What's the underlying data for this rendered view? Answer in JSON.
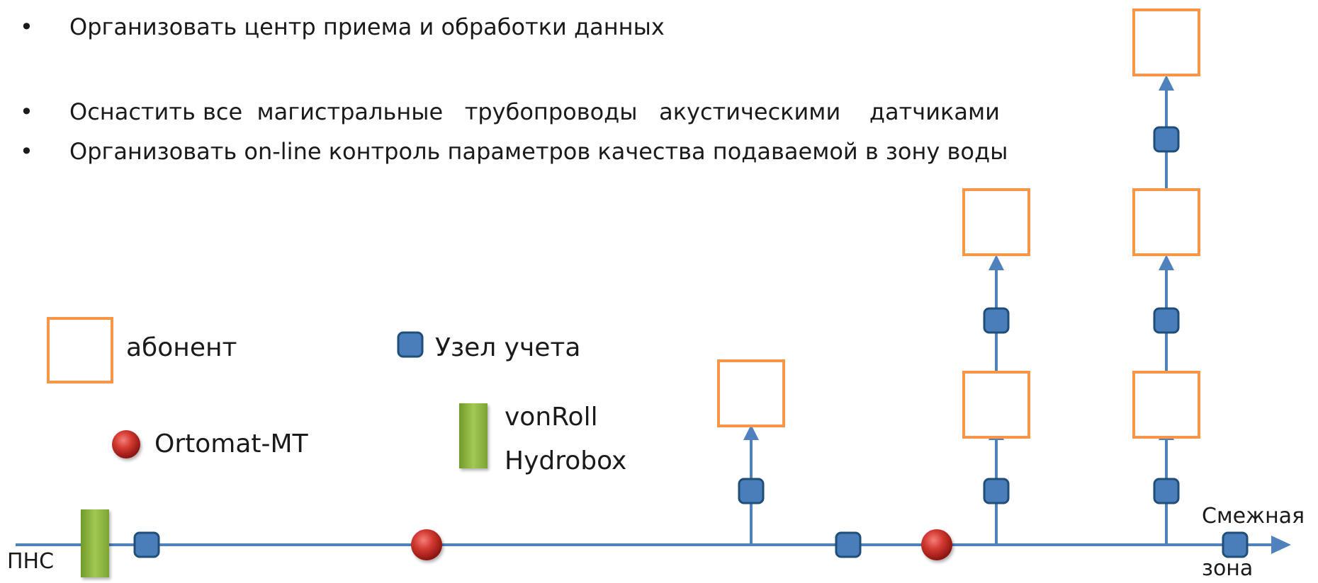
{
  "bullets": [
    {
      "marker": "•",
      "text": "Организовать центр приема и обработки данных"
    },
    {
      "marker": "•",
      "text": "Оснастить все  магистральные   трубопроводы   акустическими    датчиками"
    },
    {
      "marker": "•",
      "text": "Организовать on-line контроль параметров качества подаваемой в зону воды"
    }
  ],
  "legend": {
    "subscriber": "абонент",
    "meter_node": "Узел учета",
    "ortomat": "Ortomat-MT",
    "vonroll_line1": "vonRoll",
    "vonroll_line2": "Hydrobox"
  },
  "labels": {
    "pns": "ПНС",
    "adjacent_line1": "Смежная",
    "adjacent_line2": "зона"
  },
  "colors": {
    "pipe": "#4f81bd",
    "subscriber_border": "#f79646",
    "meter_fill": "#4a7ebb",
    "meter_stroke": "#1f4e79",
    "ortomat": "#c0201e",
    "hydrobox": "#8db33a"
  }
}
